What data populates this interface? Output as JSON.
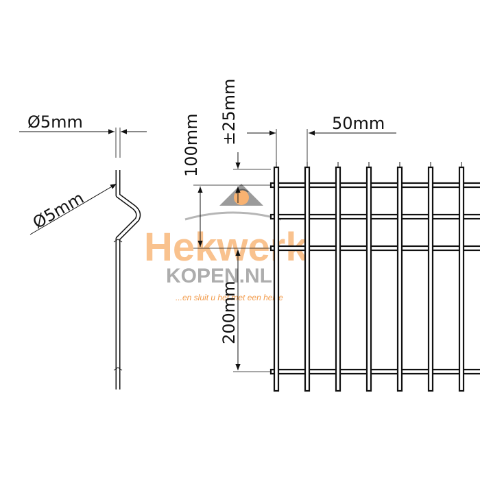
{
  "dimensions": {
    "wire_top": "Ø5mm",
    "wire_profile": "Ø5mm",
    "spacing_horizontal": "50mm",
    "tolerance": "±25mm",
    "spacing_top": "100mm",
    "spacing_bottom": "200mm"
  },
  "watermark": {
    "line1": "Hekwerk",
    "line2": "KOPEN.NL",
    "tagline": "...en sluit u het met een hekje",
    "colors": {
      "orange": "#f7a559",
      "gray": "#777777",
      "orange_text": "#f08a2c"
    }
  }
}
